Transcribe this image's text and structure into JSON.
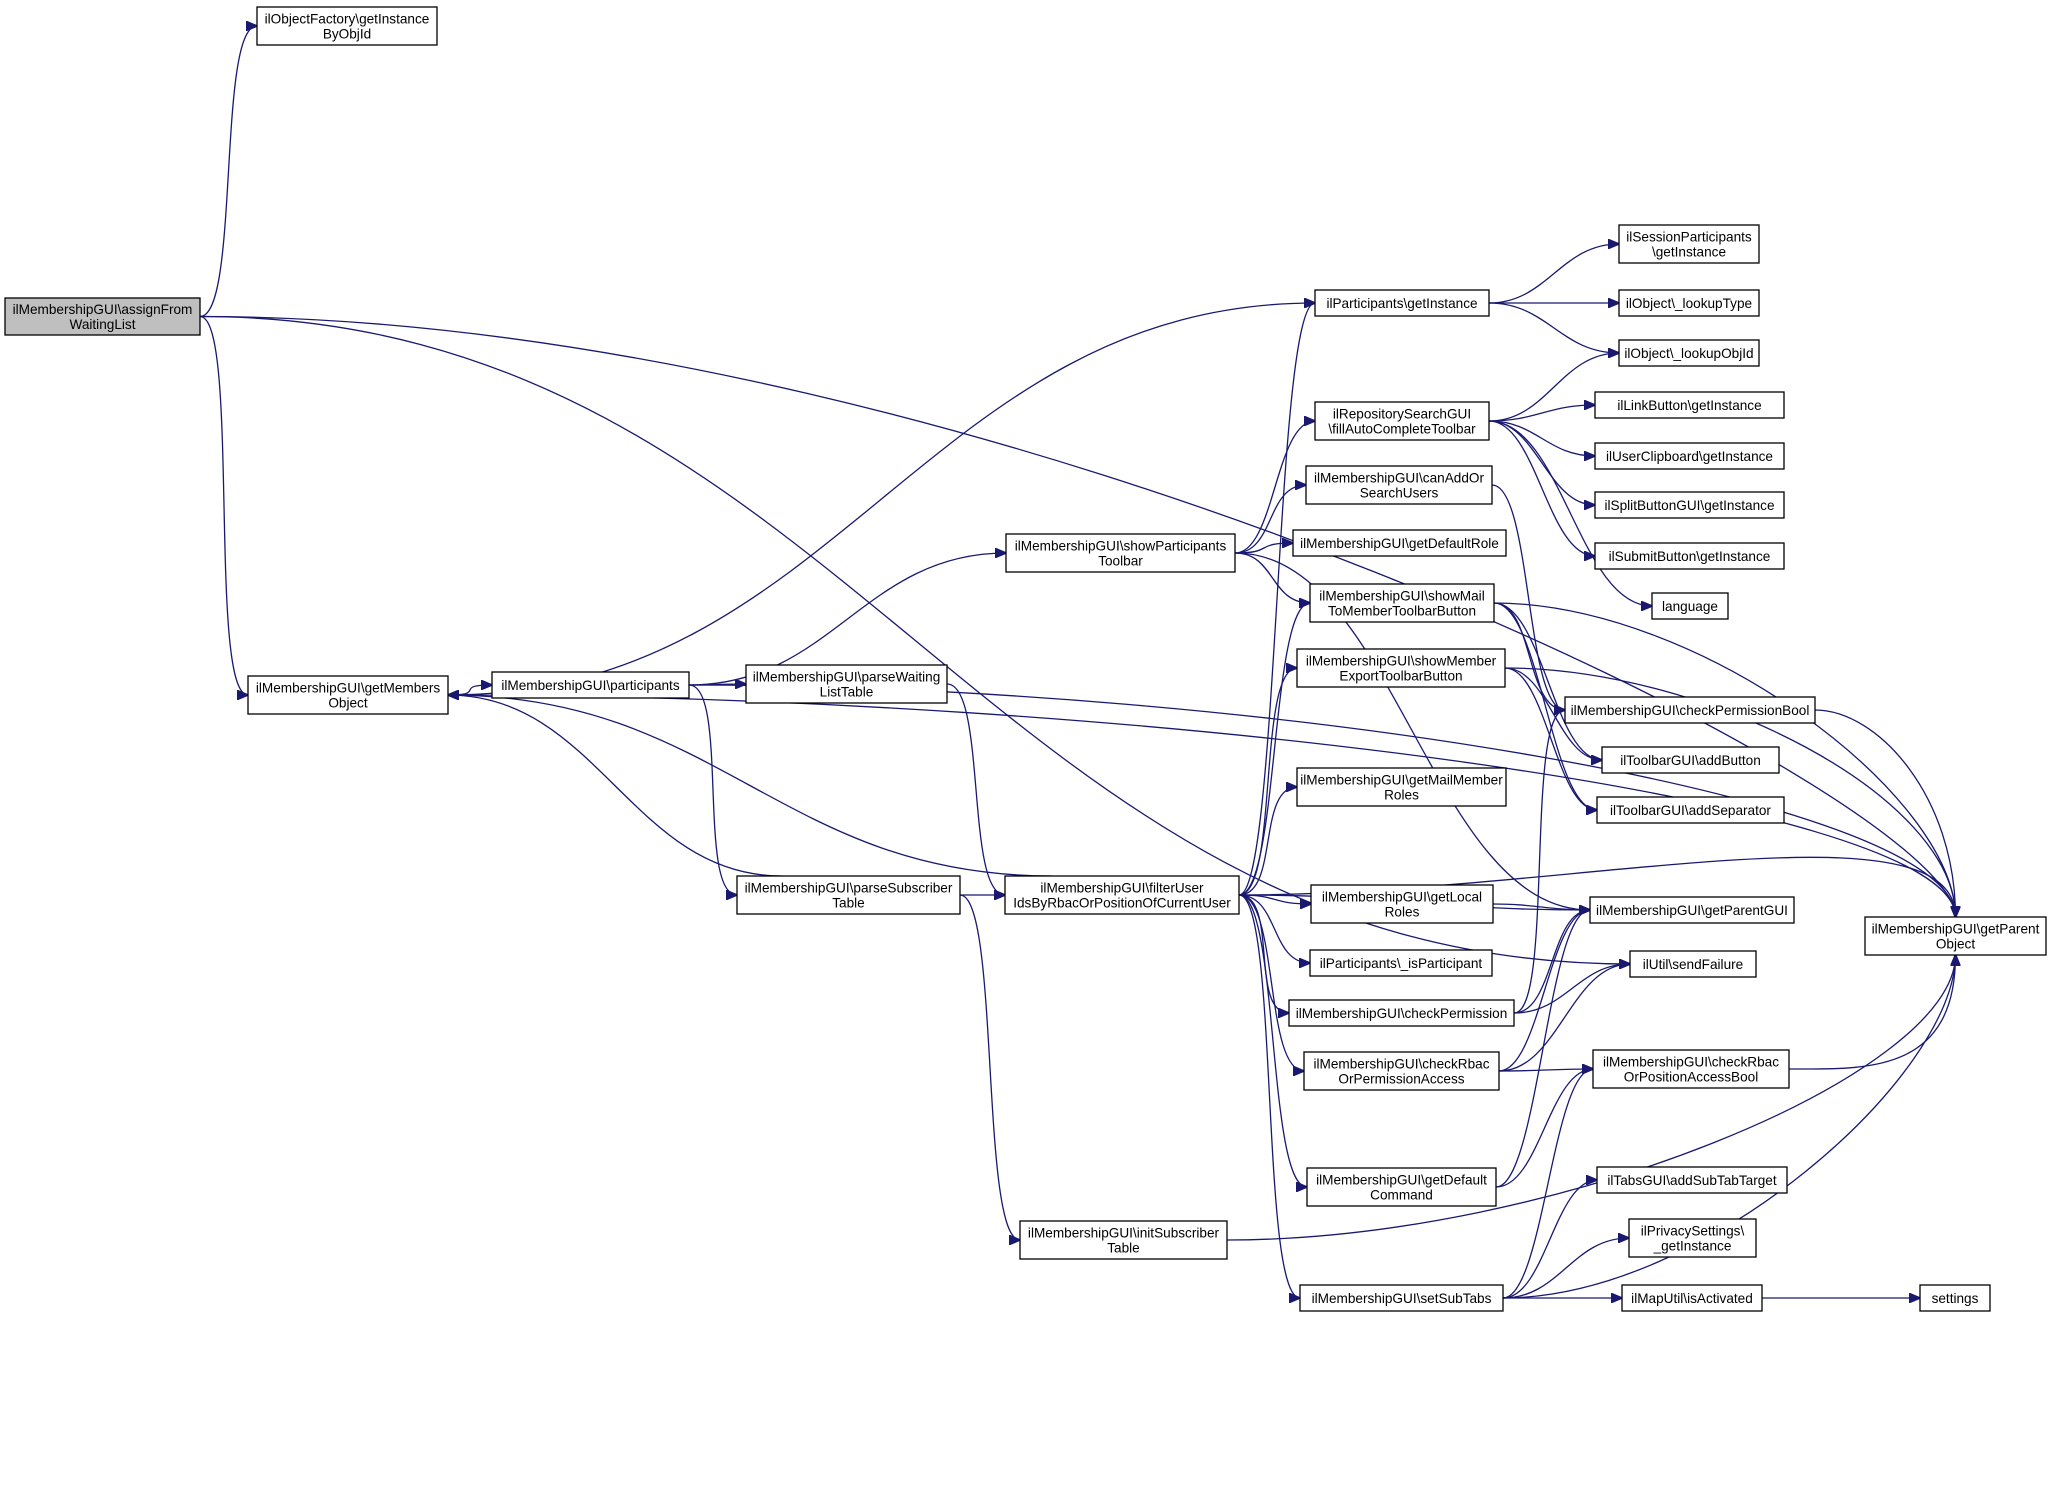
{
  "colors": {
    "edge": "#191970",
    "root_fill": "#bfbfbf",
    "node_fill": "#ffffff",
    "border": "#000000"
  },
  "nodes": [
    {
      "id": "n0",
      "lines": [
        "ilMembershipGUI\\assignFrom",
        "WaitingList"
      ],
      "root": true
    },
    {
      "id": "n1",
      "lines": [
        "ilObjectFactory\\getInstance",
        "ByObjId"
      ]
    },
    {
      "id": "n2",
      "lines": [
        "ilMembershipGUI\\getParent",
        "Object"
      ]
    },
    {
      "id": "n3",
      "lines": [
        "ilMembershipGUI\\getMembers",
        "Object"
      ]
    },
    {
      "id": "n4",
      "lines": [
        "ilUtil\\sendFailure"
      ]
    },
    {
      "id": "n5",
      "lines": [
        "ilParticipants\\getInstance"
      ]
    },
    {
      "id": "n6",
      "lines": [
        "ilMembershipGUI\\participants"
      ]
    },
    {
      "id": "n7",
      "lines": [
        "ilMembershipGUI\\parseSubscriber",
        "Table"
      ]
    },
    {
      "id": "n8",
      "lines": [
        "ilMembershipGUI\\parseWaiting",
        "ListTable"
      ]
    },
    {
      "id": "n9",
      "lines": [
        "ilMembershipGUI\\showParticipants",
        "Toolbar"
      ]
    },
    {
      "id": "n10",
      "lines": [
        "ilMembershipGUI\\filterUser",
        "IdsByRbacOrPositionOfCurrentUser"
      ]
    },
    {
      "id": "n11",
      "lines": [
        "ilMembershipGUI\\initSubscriber",
        "Table"
      ]
    },
    {
      "id": "n12",
      "lines": [
        "ilSessionParticipants",
        "\\getInstance"
      ]
    },
    {
      "id": "n13",
      "lines": [
        "ilObject\\_lookupType"
      ]
    },
    {
      "id": "n14",
      "lines": [
        "ilObject\\_lookupObjId"
      ]
    },
    {
      "id": "n15",
      "lines": [
        "ilRepositorySearchGUI",
        "\\fillAutoCompleteToolbar"
      ]
    },
    {
      "id": "n16",
      "lines": [
        "ilMembershipGUI\\canAddOr",
        "SearchUsers"
      ]
    },
    {
      "id": "n17",
      "lines": [
        "ilMembershipGUI\\getDefaultRole"
      ]
    },
    {
      "id": "n18",
      "lines": [
        "ilMembershipGUI\\showMail",
        "ToMemberToolbarButton"
      ]
    },
    {
      "id": "n19",
      "lines": [
        "ilMembershipGUI\\showMember",
        "ExportToolbarButton"
      ]
    },
    {
      "id": "n20",
      "lines": [
        "ilMembershipGUI\\getMailMember",
        "Roles"
      ]
    },
    {
      "id": "n21",
      "lines": [
        "ilMembershipGUI\\getLocal",
        "Roles"
      ]
    },
    {
      "id": "n22",
      "lines": [
        "ilParticipants\\_isParticipant"
      ]
    },
    {
      "id": "n23",
      "lines": [
        "ilMembershipGUI\\checkPermission"
      ]
    },
    {
      "id": "n24",
      "lines": [
        "ilMembershipGUI\\checkRbac",
        "OrPermissionAccess"
      ]
    },
    {
      "id": "n25",
      "lines": [
        "ilMembershipGUI\\getDefault",
        "Command"
      ]
    },
    {
      "id": "n26",
      "lines": [
        "ilMembershipGUI\\setSubTabs"
      ]
    },
    {
      "id": "n27",
      "lines": [
        "ilLinkButton\\getInstance"
      ]
    },
    {
      "id": "n28",
      "lines": [
        "ilUserClipboard\\getInstance"
      ]
    },
    {
      "id": "n29",
      "lines": [
        "ilSplitButtonGUI\\getInstance"
      ]
    },
    {
      "id": "n30",
      "lines": [
        "ilSubmitButton\\getInstance"
      ]
    },
    {
      "id": "n31",
      "lines": [
        "language"
      ]
    },
    {
      "id": "n32",
      "lines": [
        "ilMembershipGUI\\checkPermissionBool"
      ]
    },
    {
      "id": "n33",
      "lines": [
        "ilToolbarGUI\\addButton"
      ]
    },
    {
      "id": "n34",
      "lines": [
        "ilToolbarGUI\\addSeparator"
      ]
    },
    {
      "id": "n35",
      "lines": [
        "ilMembershipGUI\\getParentGUI"
      ]
    },
    {
      "id": "n36",
      "lines": [
        "ilMembershipGUI\\checkRbac",
        "OrPositionAccessBool"
      ]
    },
    {
      "id": "n37",
      "lines": [
        "ilTabsGUI\\addSubTabTarget"
      ]
    },
    {
      "id": "n38",
      "lines": [
        "ilPrivacySettings\\",
        "_getInstance"
      ]
    },
    {
      "id": "n39",
      "lines": [
        "ilMapUtil\\isActivated"
      ]
    },
    {
      "id": "n40",
      "lines": [
        "settings"
      ]
    }
  ],
  "edges": [
    [
      "n0",
      "n1"
    ],
    [
      "n0",
      "n2"
    ],
    [
      "n0",
      "n3"
    ],
    [
      "n0",
      "n4"
    ],
    [
      "n3",
      "n5"
    ],
    [
      "n3",
      "n6"
    ],
    [
      "n3",
      "n2"
    ],
    [
      "n6",
      "n2"
    ],
    [
      "n6",
      "n7"
    ],
    [
      "n6",
      "n8"
    ],
    [
      "n6",
      "n9"
    ],
    [
      "n7",
      "n3"
    ],
    [
      "n7",
      "n10"
    ],
    [
      "n7",
      "n11"
    ],
    [
      "n8",
      "n10"
    ],
    [
      "n9",
      "n15"
    ],
    [
      "n9",
      "n16"
    ],
    [
      "n9",
      "n17"
    ],
    [
      "n9",
      "n18"
    ],
    [
      "n9",
      "n35"
    ],
    [
      "n10",
      "n3"
    ],
    [
      "n10",
      "n5"
    ],
    [
      "n10",
      "n18"
    ],
    [
      "n10",
      "n19"
    ],
    [
      "n10",
      "n20"
    ],
    [
      "n10",
      "n21"
    ],
    [
      "n10",
      "n22"
    ],
    [
      "n10",
      "n23"
    ],
    [
      "n10",
      "n24"
    ],
    [
      "n10",
      "n25"
    ],
    [
      "n10",
      "n26"
    ],
    [
      "n10",
      "n35"
    ],
    [
      "n10",
      "n2"
    ],
    [
      "n5",
      "n12"
    ],
    [
      "n5",
      "n13"
    ],
    [
      "n5",
      "n14"
    ],
    [
      "n15",
      "n14"
    ],
    [
      "n15",
      "n27"
    ],
    [
      "n15",
      "n28"
    ],
    [
      "n15",
      "n29"
    ],
    [
      "n15",
      "n30"
    ],
    [
      "n15",
      "n31"
    ],
    [
      "n16",
      "n32"
    ],
    [
      "n18",
      "n32"
    ],
    [
      "n18",
      "n33"
    ],
    [
      "n18",
      "n34"
    ],
    [
      "n18",
      "n2"
    ],
    [
      "n19",
      "n33"
    ],
    [
      "n19",
      "n34"
    ],
    [
      "n19",
      "n2"
    ],
    [
      "n21",
      "n35"
    ],
    [
      "n23",
      "n35"
    ],
    [
      "n23",
      "n4"
    ],
    [
      "n23",
      "n32"
    ],
    [
      "n24",
      "n36"
    ],
    [
      "n24",
      "n4"
    ],
    [
      "n24",
      "n35"
    ],
    [
      "n25",
      "n36"
    ],
    [
      "n25",
      "n35"
    ],
    [
      "n26",
      "n36"
    ],
    [
      "n26",
      "n37"
    ],
    [
      "n26",
      "n38"
    ],
    [
      "n26",
      "n39"
    ],
    [
      "n26",
      "n2"
    ],
    [
      "n32",
      "n2"
    ],
    [
      "n36",
      "n2"
    ],
    [
      "n39",
      "n40"
    ],
    [
      "n11",
      "n2"
    ]
  ]
}
